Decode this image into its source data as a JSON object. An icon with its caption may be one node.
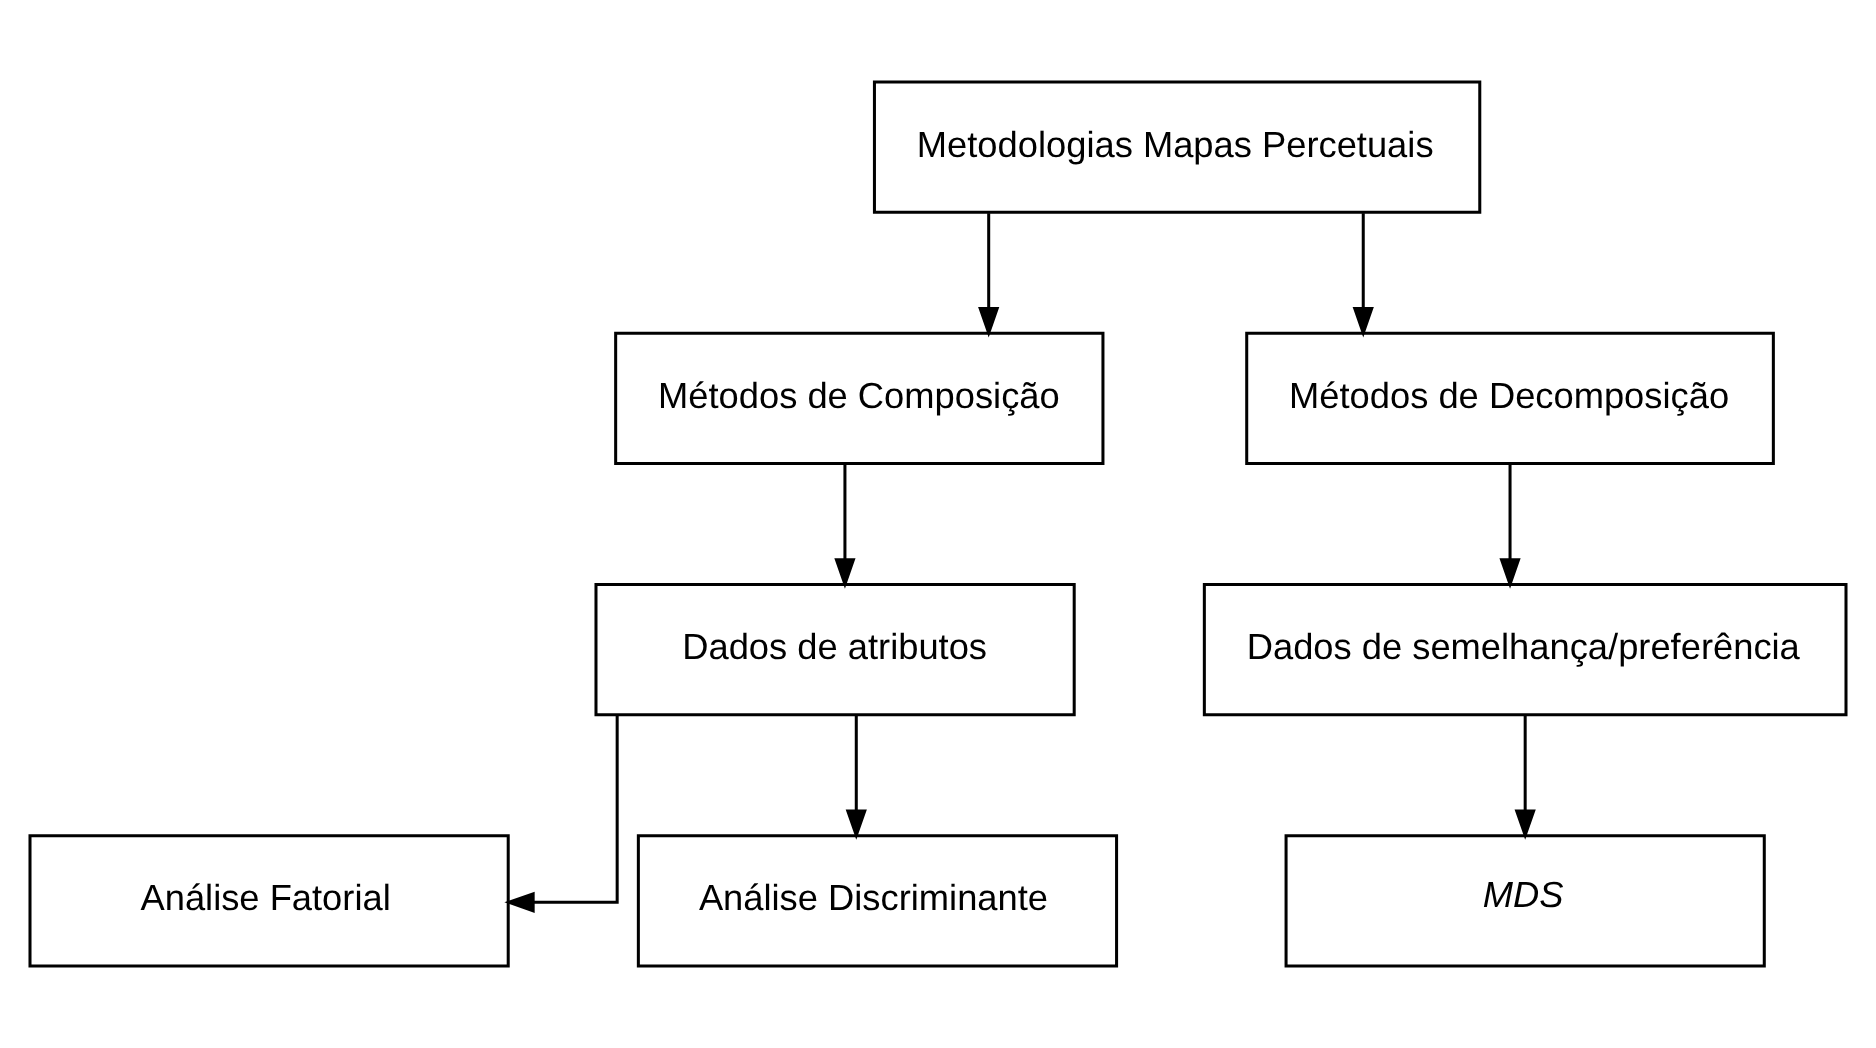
{
  "diagram": {
    "nodes": [
      {
        "text": [
          "Metodologias Mapas Percetuais"
        ]
      },
      {
        "text": [
          "Métodos de Composição"
        ]
      },
      {
        "text": [
          "Métodos de Decomposição"
        ]
      },
      {
        "text": [
          "Dados de atributos"
        ]
      },
      {
        "text": [
          "Dados de semelhança/preferência"
        ]
      },
      {
        "text": [
          "Análise Fatorial"
        ]
      },
      {
        "text": [
          "Análise Discriminante"
        ]
      },
      {
        "text": [
          "MDS"
        ]
      }
    ],
    "edges": [
      {
        "from": 0,
        "to": 1,
        "arrow": "to"
      },
      {
        "from": 0,
        "to": 2,
        "arrow": "to"
      },
      {
        "from": 1,
        "to": 3,
        "arrow": "to"
      },
      {
        "from": 2,
        "to": 4,
        "arrow": "to"
      },
      {
        "from": 3,
        "to": 5,
        "arrow": "to"
      },
      {
        "from": 3,
        "to": 6,
        "arrow": "to"
      },
      {
        "from": 4,
        "to": 7,
        "arrow": "to"
      }
    ]
  }
}
